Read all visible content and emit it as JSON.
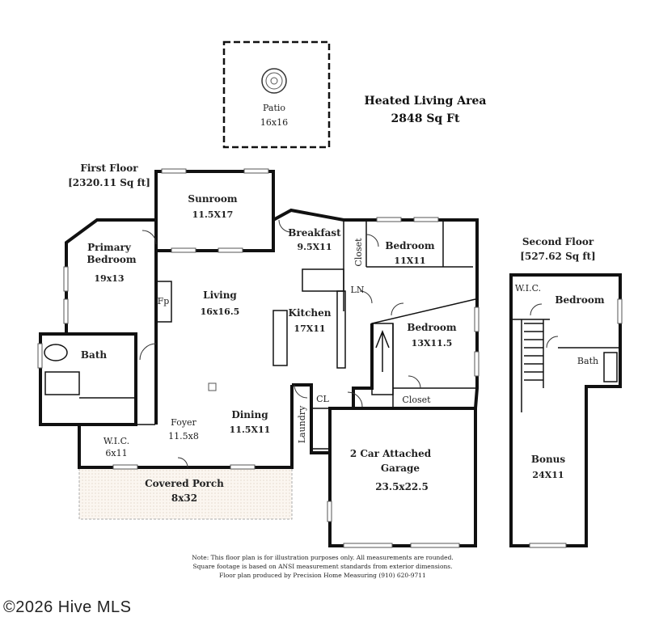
{
  "summary": {
    "title": "Heated Living Area",
    "area": "2848 Sq Ft"
  },
  "first_floor": {
    "title": "First Floor",
    "area": "[2320.11 Sq ft]"
  },
  "second_floor": {
    "title": "Second Floor",
    "area": "[527.62 Sq ft]"
  },
  "rooms": {
    "patio": {
      "name": "Patio",
      "size": "16x16"
    },
    "sunroom": {
      "name": "Sunroom",
      "size": "11.5X17"
    },
    "primary_bedroom": {
      "name1": "Primary",
      "name2": "Bedroom",
      "size": "19x13"
    },
    "bath": {
      "name": "Bath"
    },
    "wic": {
      "name": "W.I.C.",
      "size": "6x11"
    },
    "living": {
      "name": "Living",
      "size": "16x16.5"
    },
    "fireplace": {
      "name": "Fp"
    },
    "foyer": {
      "name": "Foyer",
      "size": "11.5x8"
    },
    "dining": {
      "name": "Dining",
      "size": "11.5X11"
    },
    "porch": {
      "name": "Covered  Porch",
      "size": "8x32"
    },
    "breakfast": {
      "name": "Breakfast",
      "size": "9.5X11"
    },
    "closet1": {
      "name": "Closet"
    },
    "bedroom2": {
      "name": "Bedroom",
      "size": "11X11"
    },
    "kitchen": {
      "name": "Kitchen",
      "size": "17X11"
    },
    "linen": {
      "name": "LN"
    },
    "bedroom3": {
      "name": "Bedroom",
      "size": "13X11.5"
    },
    "closet2": {
      "name": "Closet"
    },
    "cl": {
      "name": "CL"
    },
    "laundry": {
      "name": "Laundry"
    },
    "garage": {
      "name1": "2 Car Attached",
      "name2": "Garage",
      "size": "23.5x22.5"
    },
    "wic2": {
      "name": "W.I.C."
    },
    "bedroom4": {
      "name": "Bedroom"
    },
    "bath2": {
      "name": "Bath"
    },
    "bonus": {
      "name": "Bonus",
      "size": "24X11"
    }
  },
  "note": {
    "line1": "Note: This floor plan is for illustration purposes only. All measurements are rounded.",
    "line2": "Square footage is based on ANSI measurement standards from exterior dimensions.",
    "line3": "Floor plan produced by Precision Home Measuring (910) 620-9711"
  },
  "copyright": "©2026 Hive MLS"
}
